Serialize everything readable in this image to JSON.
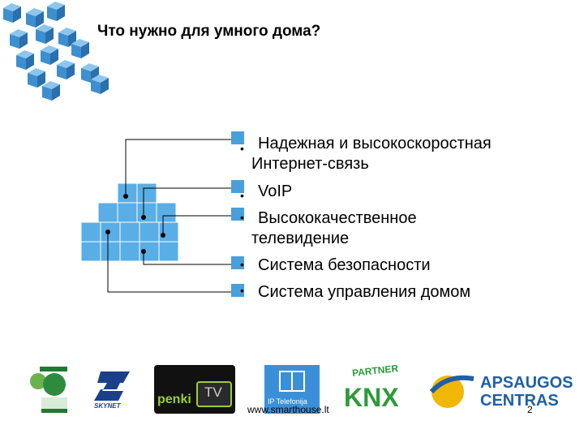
{
  "slide": {
    "title": "Что нужно для умного дома?",
    "bullets": [
      "Надежная и высокоскоростная",
      "Интернет-связь",
      "VoIP",
      "Высококачественное",
      "телевидение",
      "Система безопасности",
      "Система управления домом"
    ],
    "footer_url": "www.smarthouse.lt",
    "page_number": "2"
  },
  "logos": {
    "penki": "penki",
    "tv": "TV",
    "ip_telefonija": "IP Telefonija",
    "partner": "PARTNER",
    "knx": "KNX",
    "apsaugos": "APSAUGOS",
    "centras": "CENTRAS",
    "skynet": "SKYNET"
  },
  "colors": {
    "cube": "#4a9fdb",
    "knx_green": "#2e9a3a",
    "apsaugos_blue": "#1f5fa8",
    "apsaugos_yellow": "#f2b705",
    "ip_blue": "#3b8fd9"
  }
}
